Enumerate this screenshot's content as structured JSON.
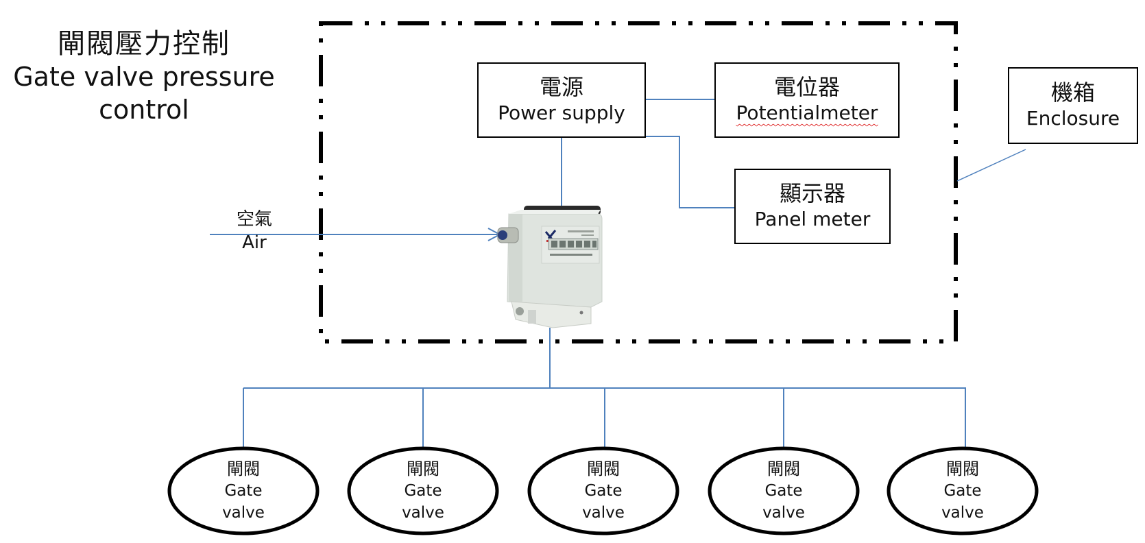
{
  "title": {
    "zh": "閘閥壓力控制",
    "en_line1": "Gate valve pressure",
    "en_line2": "control"
  },
  "components": {
    "power_supply": {
      "zh": "電源",
      "en": "Power supply"
    },
    "potentiometer": {
      "zh": "電位器",
      "en": "Potentialmeter",
      "spellcheck_flagged": true
    },
    "panel_meter": {
      "zh": "顯示器",
      "en": "Panel meter"
    },
    "enclosure": {
      "zh": "機箱",
      "en": "Enclosure"
    },
    "air_input": {
      "zh": "空氣",
      "en": "Air"
    },
    "pressure_controller": {
      "description": "electronic pressure regulator with digital display"
    }
  },
  "valves": [
    {
      "zh": "閘閥",
      "en_line1": "Gate",
      "en_line2": "valve"
    },
    {
      "zh": "閘閥",
      "en_line1": "Gate",
      "en_line2": "valve"
    },
    {
      "zh": "閘閥",
      "en_line1": "Gate",
      "en_line2": "valve"
    },
    {
      "zh": "閘閥",
      "en_line1": "Gate",
      "en_line2": "valve"
    },
    {
      "zh": "閘閥",
      "en_line1": "Gate",
      "en_line2": "valve"
    }
  ],
  "colors": {
    "connector_line": "#4f81bd",
    "box_border": "#000000",
    "enclosure_border": "#000000",
    "spellcheck_underline": "#e03030"
  }
}
